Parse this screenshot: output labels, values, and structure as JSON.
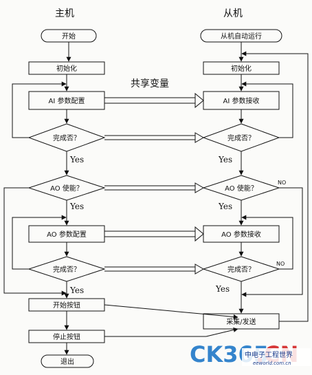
{
  "columns": {
    "master": "主机",
    "slave": "从机"
  },
  "shared_label": "共享变量",
  "master": {
    "start": "开始",
    "init": "初始化",
    "ai_config": "AI 参数配置",
    "done1": "完成否？",
    "ao_enable": "AO 使能？",
    "ao_config": "AO 参数配置",
    "done2": "完成否？",
    "start_btn": "开始按钮",
    "stop_btn": "停止按钮",
    "exit": "退出"
  },
  "slave": {
    "auto_run": "从机自动运行",
    "init": "初始化",
    "ai_recv": "AI 参数接收",
    "done1": "完成否？",
    "ao_enable": "AO 使能？",
    "ao_recv": "AO 参数接收",
    "done2": "完成否？",
    "collect_send": "采集/发送"
  },
  "yes": "Yes",
  "no": "NO",
  "watermark": {
    "brand": "CK365",
    "domain": ".CN",
    "site": "中电子工程世界",
    "url": "eeworld.com.cn"
  }
}
